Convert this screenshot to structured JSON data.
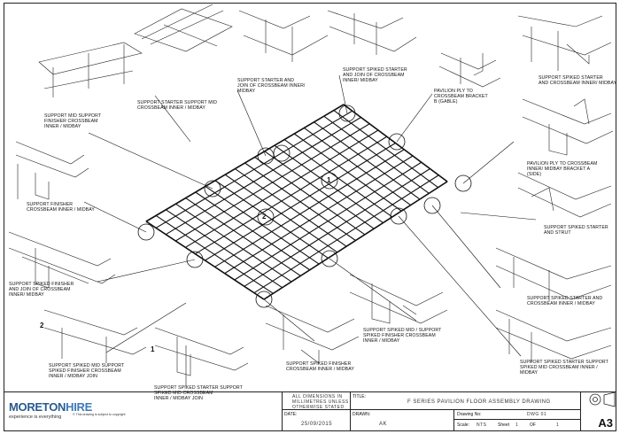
{
  "callouts": {
    "c1": "SUPPORT SPIKED STARTER\nAND JOIN OF CROSSBEAM\nINNER/ MIDBAY",
    "c2": "SUPPORT SPIKED STARTER\nAND CROSSBEAM INNER/ MIDBAY",
    "c3": "SUPPORT STARTER AND\nJOIN OF CROSSBEAM INNER/\nMIDBAY",
    "c4": "SUPPORT STARTER SUPPORT MID\nCROSSBEAM INNER / MIDBAY",
    "c5": "PAVILION PLY TO\nCROSSBEAM BRACKET\nB (GABLE)",
    "c6": "SUPPORT MID SUPPORT\nFINISHER CROSSBEAM\nINNER / MIDBAY",
    "c7": "PAVILION PLY TO CROSSBEAM\nINNER/ MIDBAY BRACKET A\n(SIDE)",
    "c8": "SUPPORT FINISHER\nCROSSBEAM INNER / MIDBAY",
    "c9": "SUPPORT SPIKED STARTER\nAND STRUT",
    "c10": "SUPPORT SPIKED FINISHER\nAND JOIN OF CROSSBEAM\nINNER/ MIDBAY",
    "c11": "SUPPORT SPIKED STARTER AND\nCROSSBEAM INNER / MIDBAY",
    "c12": "SUPPORT SPIKED MID / SUPPORT\nSPIKED FINISHER CROSSBEAM\nINNER / MIDBAY",
    "c13": "SUPPORT SPIKED MID SUPPORT\nSPIKED FINISHER CROSSBEAM\nINNER / MIDBAY JOIN",
    "c14": "SUPPORT SPIKED FINISHER\nCROSSBEAM INNER / MIDBAY",
    "c15": "SUPPORT SPIKED STARTER SUPPORT\nSPIKED MID CROSSBEAM INNER /\nMIDBAY",
    "c16": "SUPPORT SPIKED STARTER SUPPORT\nSPIKED MID CROSSBEAM\nINNER / MIDBAY JOIN"
  },
  "markers": {
    "m1": "1",
    "m2": "2",
    "m1b": "1",
    "m2b": "2"
  },
  "title_block": {
    "brand_left": "MORETON",
    "brand_right": "HIRE",
    "tagline": "experience is everything",
    "copyright": "© This drawing is subject to copyright",
    "notes_label": "ALL DIMENSIONS IN\nMILLIMETRES UNLESS\nOTHERWISE STATED",
    "title_label": "TITLE:",
    "title_value": "F SERIES PAVILION FLOOR ASSEMBLY DRAWING",
    "date_label": "DATE:",
    "date_value": "25/09/2015",
    "drawn_label": "DRAWN:",
    "drawn_value": "AK",
    "drawing_no_label": "Drawing No:",
    "drawing_no_value": "DWG 01",
    "scale_label": "Scale:",
    "scale_value": "NTS",
    "sheet_label": "Sheet",
    "sheet_value": "1",
    "of_label": "OF",
    "of_value": "1",
    "paper_size": "A3"
  }
}
